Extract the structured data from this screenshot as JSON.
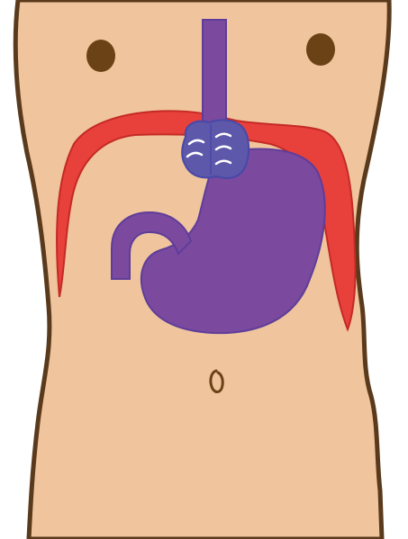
{
  "colors": {
    "background": "#ffffff",
    "skin": "#f0c49c",
    "outline": "#5a3a1c",
    "nipple": "#6b4216",
    "diaphragm": "#e8403a",
    "diaphragm_outline": "#c42a26",
    "stomach": "#7b4a9e",
    "stomach_outline": "#5e3d9a",
    "wrap": "#5d58a9",
    "wrap_outline": "#4848a8",
    "sutures": "#ffffff"
  },
  "icons": {
    "torso": "torso-silhouette",
    "left_nipple": "nipple-dot",
    "right_nipple": "nipple-dot",
    "navel": "navel-mark",
    "diaphragm": "diaphragm-band",
    "esophagus": "esophagus-tube",
    "stomach": "stomach-organ",
    "fundoplication_wrap": "fundoplication-wrap",
    "sutures": "suture-stitches"
  }
}
